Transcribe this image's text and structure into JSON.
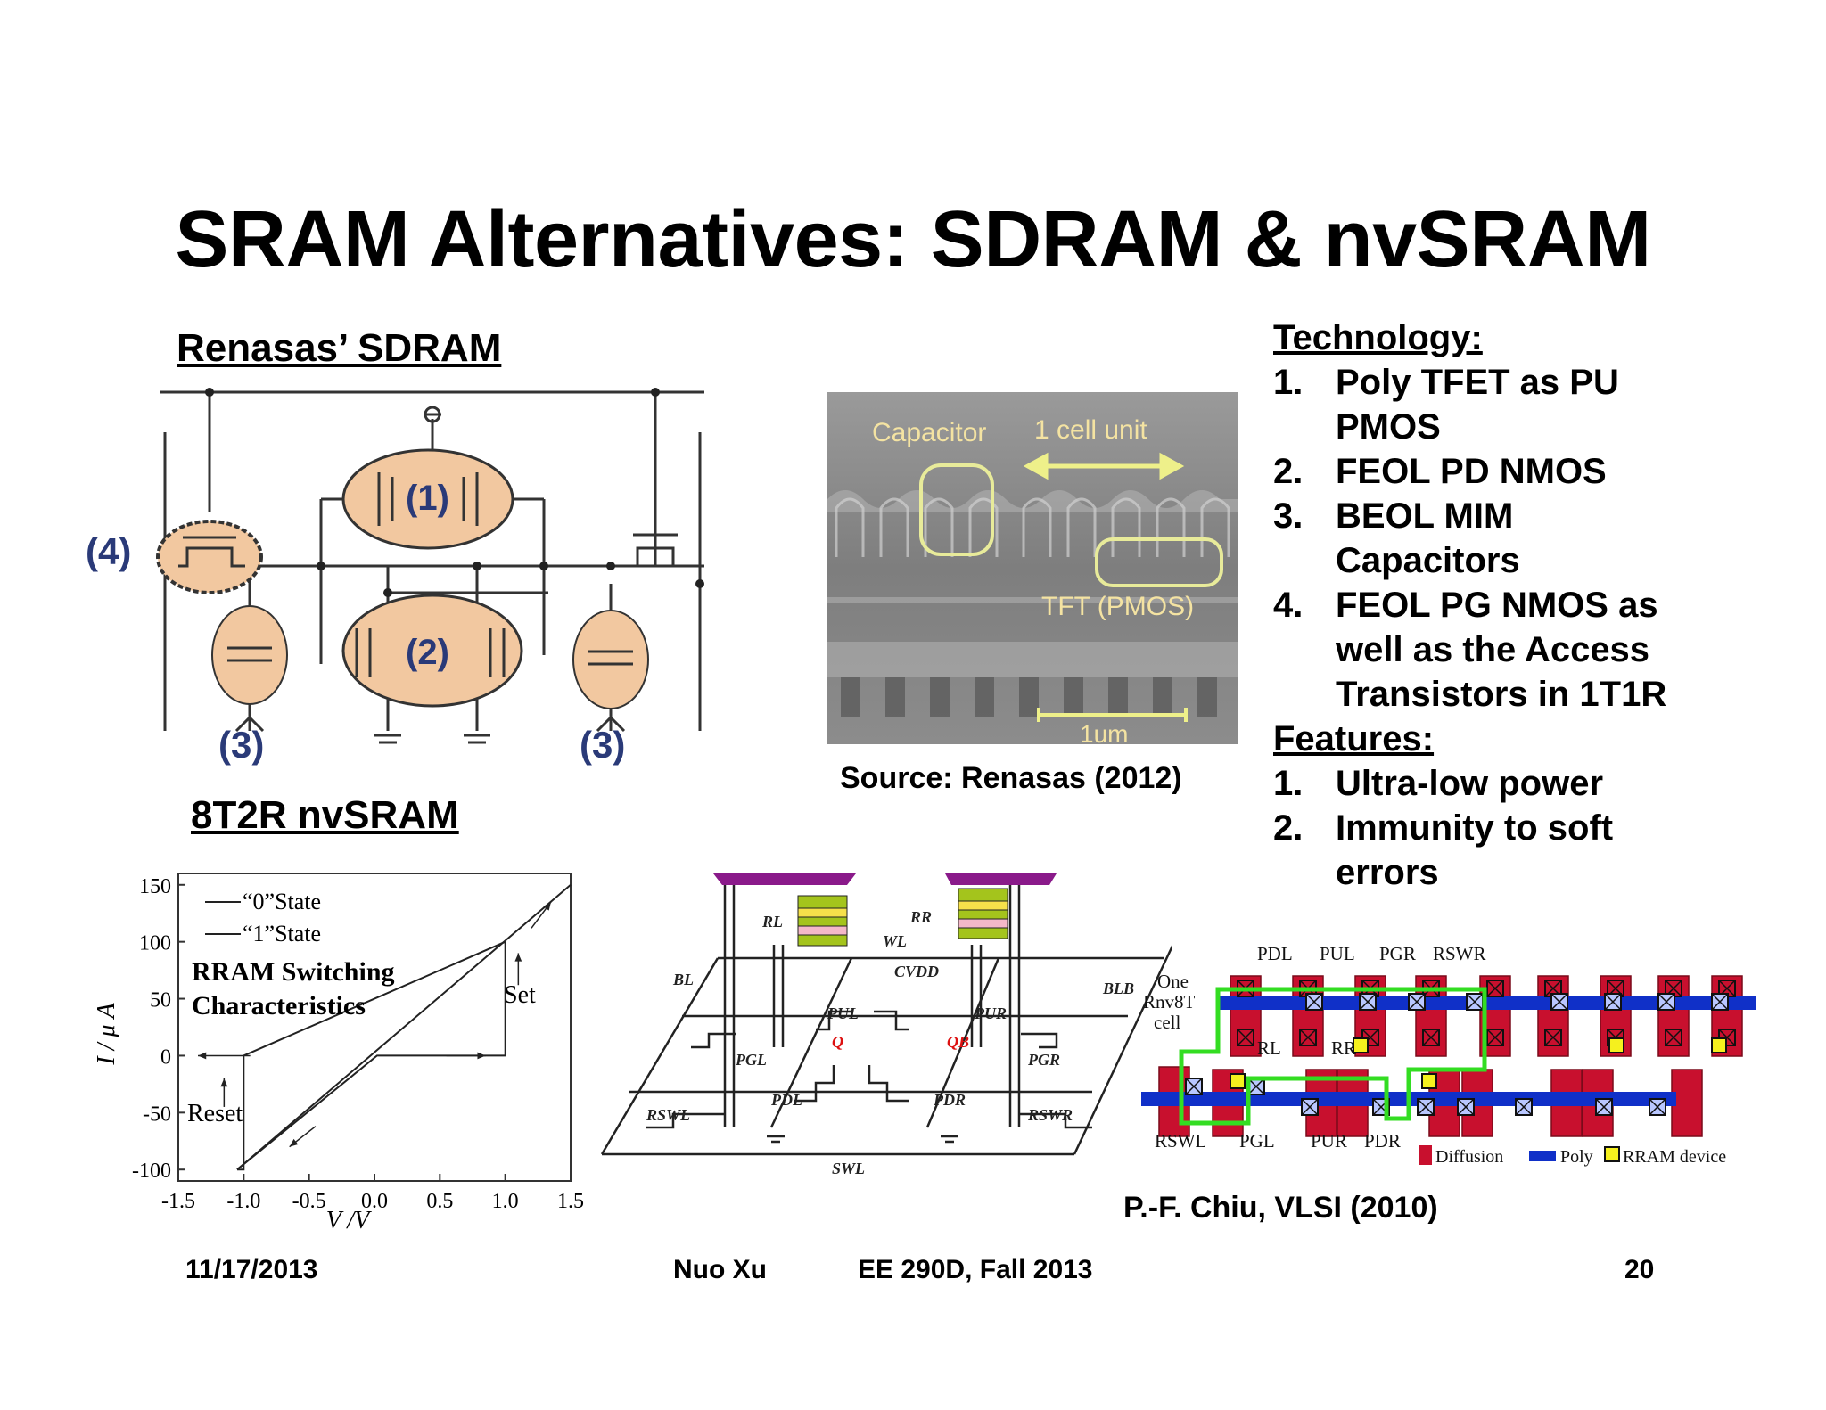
{
  "slide": {
    "title": "SRAM Alternatives: SDRAM & nvSRAM"
  },
  "sdram": {
    "heading": "Renasas’ SDRAM",
    "labels": {
      "l1": "(1)",
      "l2": "(2)",
      "l3a": "(3)",
      "l3b": "(3)",
      "l4": "(4)"
    }
  },
  "sem": {
    "capacitor_label": "Capacitor",
    "cell_unit_label": "1 cell unit",
    "tft_label": "TFT (PMOS)",
    "scale_label": "1um",
    "source": "Source: Renasas (2012)"
  },
  "right_list": {
    "technology_heading": "Technology:",
    "technology_items": [
      {
        "num": "1.",
        "text": "Poly TFET as PU PMOS"
      },
      {
        "num": "2.",
        "text": "FEOL PD NMOS"
      },
      {
        "num": "3.",
        "text": "BEOL MIM Capacitors"
      },
      {
        "num": "4.",
        "text": "FEOL PG NMOS as well as the Access Transistors in 1T1R"
      }
    ],
    "features_heading": "Features:",
    "features_items": [
      {
        "num": "1.",
        "text": "Ultra-low power"
      },
      {
        "num": "2.",
        "text": "Immunity to soft errors"
      }
    ]
  },
  "nvsram": {
    "heading": "8T2R nvSRAM"
  },
  "chart_data": {
    "type": "line",
    "title": "RRAM Switching Characteristics",
    "xlabel": "V /V",
    "ylabel": "I / μ A",
    "xlim": [
      -1.5,
      1.5
    ],
    "ylim": [
      -110,
      160
    ],
    "x_ticks": [
      "-1.5",
      "-1.0",
      "-0.5",
      "0.0",
      "0.5",
      "1.0",
      "1.5"
    ],
    "y_ticks": [
      "150",
      "100",
      "50",
      "0",
      "-50",
      "-100"
    ],
    "x_tick_values": [
      -1.5,
      -1.0,
      -0.5,
      0.0,
      0.5,
      1.0,
      1.5
    ],
    "y_tick_values": [
      150,
      100,
      50,
      0,
      -50,
      -100
    ],
    "legend": [
      "“0”State",
      "“1”State"
    ],
    "annotations": {
      "set": "Set",
      "reset": "Reset"
    },
    "series": [
      {
        "name": "“0”State",
        "x": [
          -1.05,
          1.5
        ],
        "y": [
          -100,
          150
        ]
      },
      {
        "name": "“1”State",
        "x": [
          -1.05,
          0.02,
          1.0,
          1.0,
          -1.0,
          -1.0,
          -1.05
        ],
        "y": [
          -100,
          0,
          0,
          100,
          0,
          -100,
          -100
        ]
      }
    ]
  },
  "schematic": {
    "labels": [
      "RL",
      "RR",
      "WL",
      "CVDD",
      "BL",
      "BLB",
      "PUL",
      "PUR",
      "Q",
      "QB",
      "PGL",
      "PGR",
      "PDL",
      "PDR",
      "RSWL",
      "RSWR",
      "SWL"
    ]
  },
  "layout": {
    "top_labels": [
      "PDL",
      "PUL",
      "PGR",
      "RSWR"
    ],
    "bottom_labels": [
      "RSWL",
      "PGL",
      "PUR",
      "PDR"
    ],
    "mid_labels": [
      "RL",
      "RR"
    ],
    "cell_label_1": "One",
    "cell_label_2": "Rnv8T",
    "cell_label_3": "cell",
    "legend": {
      "diffusion": "Diffusion",
      "poly": "Poly",
      "rram": "RRAM device"
    },
    "colors": {
      "diffusion": "#c8102e",
      "poly": "#1030c8",
      "rram": "#f5f01e",
      "cell_outline": "#33dd22"
    },
    "citation": "P.-F. Chiu, VLSI (2010)"
  },
  "footer": {
    "date": "11/17/2013",
    "author": "Nuo Xu",
    "course": "EE 290D, Fall 2013",
    "page": "20"
  }
}
